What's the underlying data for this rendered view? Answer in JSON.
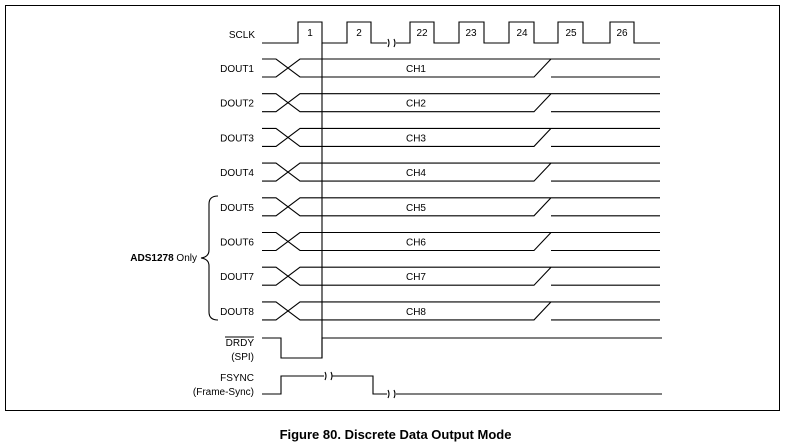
{
  "sclk": {
    "label": "SCLK",
    "pulses": [
      "1",
      "2",
      "22",
      "23",
      "24",
      "25",
      "26"
    ]
  },
  "dout": [
    {
      "label": "DOUT1",
      "channel": "CH1"
    },
    {
      "label": "DOUT2",
      "channel": "CH2"
    },
    {
      "label": "DOUT3",
      "channel": "CH3"
    },
    {
      "label": "DOUT4",
      "channel": "CH4"
    },
    {
      "label": "DOUT5",
      "channel": "CH5"
    },
    {
      "label": "DOUT6",
      "channel": "CH6"
    },
    {
      "label": "DOUT7",
      "channel": "CH7"
    },
    {
      "label": "DOUT8",
      "channel": "CH8"
    }
  ],
  "group": {
    "part": "ADS1278",
    "suffix": " Only"
  },
  "drdy": {
    "label": "DRDY",
    "sublabel": "(SPI)"
  },
  "fsync": {
    "label": "FSYNC",
    "sublabel": "(Frame-Sync)"
  },
  "caption": "Figure 80.  Discrete Data Output Mode"
}
